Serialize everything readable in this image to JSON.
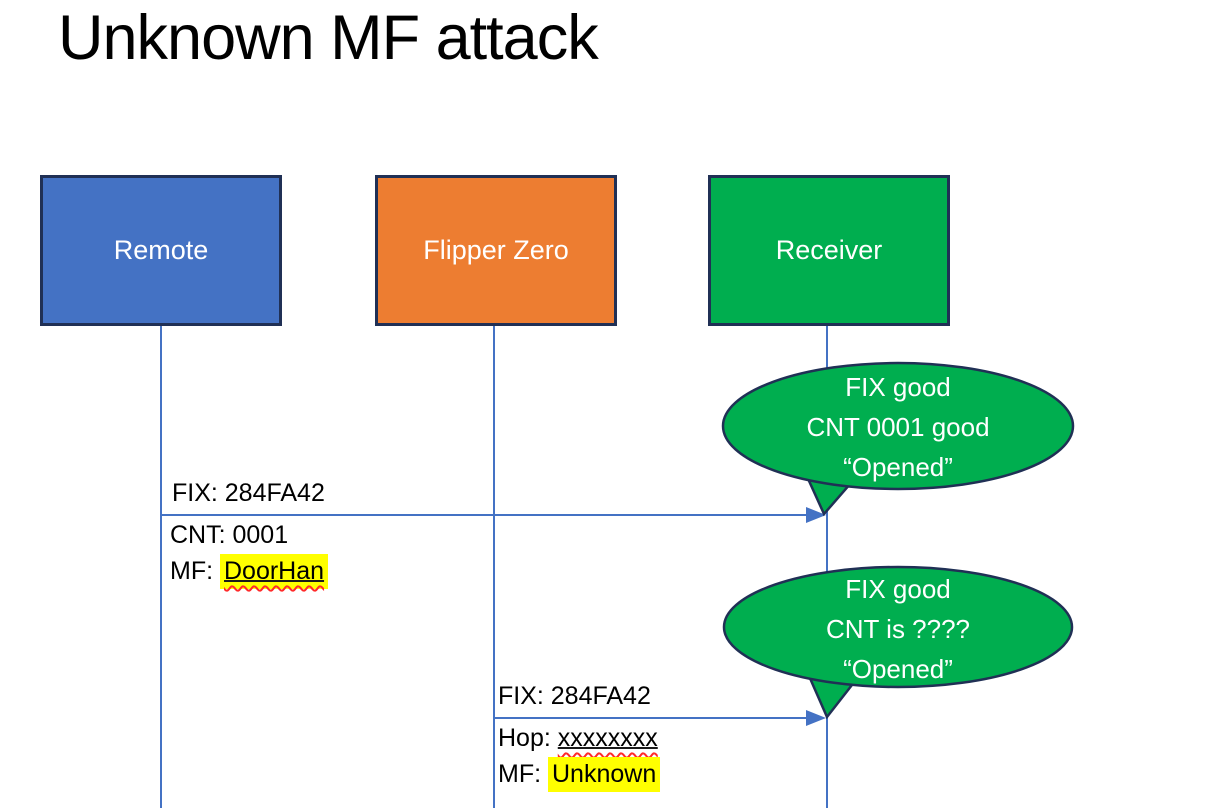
{
  "slide": {
    "title": "Unknown MF attack"
  },
  "actors": [
    {
      "label": "Remote",
      "fill": "#4472c4"
    },
    {
      "label": "Flipper Zero",
      "fill": "#ed7d31"
    },
    {
      "label": "Receiver",
      "fill": "#00ae4f"
    }
  ],
  "messages": [
    {
      "from": "Remote",
      "to": "Receiver",
      "above": "FIX: 284FA42",
      "below": [
        {
          "prefix": "CNT: ",
          "value": "0001",
          "highlight": false,
          "underline": false
        },
        {
          "prefix": "MF: ",
          "value": "DoorHan",
          "highlight": true,
          "underline": true
        }
      ]
    },
    {
      "from": "Flipper Zero",
      "to": "Receiver",
      "above": "FIX: 284FA42",
      "below": [
        {
          "prefix": "Hop: ",
          "value": "xxxxxxxx",
          "highlight": false,
          "underline": true
        },
        {
          "prefix": "MF: ",
          "value": "Unknown",
          "highlight": true,
          "underline": false
        }
      ]
    }
  ],
  "callouts": [
    {
      "lines": [
        "FIX good",
        "CNT 0001 good",
        "“Opened”"
      ]
    },
    {
      "lines": [
        "FIX good",
        "CNT is ????",
        "“Opened”"
      ]
    }
  ],
  "colors": {
    "accent_blue": "#4472c4",
    "remote_blue": "#4472c4",
    "flipper_orange": "#ed7d31",
    "receiver_green": "#00ae4f",
    "outline_navy": "#203055",
    "highlight_yellow": "#ffff00",
    "spellcheck_red": "#ff2a2a",
    "text_white": "#ffffff",
    "text_black": "#000000"
  }
}
